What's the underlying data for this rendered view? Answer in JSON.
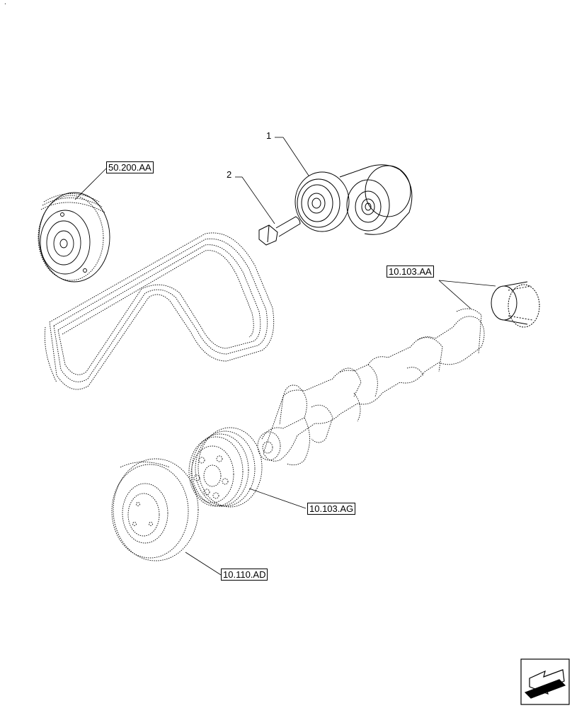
{
  "corner_mark": ".",
  "callouts": {
    "item1": "1",
    "item2": "2"
  },
  "references": {
    "ac_compressor": "50.200.AA",
    "crankshaft_gear": "10.103.AA",
    "crankshaft_pulley": "10.103.AG",
    "damper": "10.110.AD"
  },
  "colors": {
    "line": "#000000",
    "background": "#ffffff"
  },
  "nav_icon": "next-page-arrow-icon"
}
